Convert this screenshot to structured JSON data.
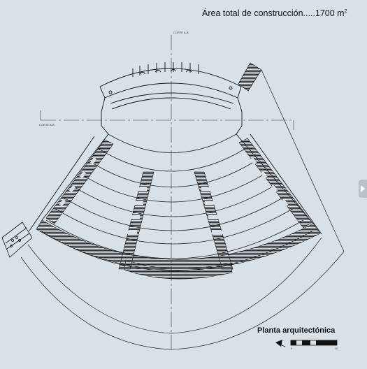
{
  "header": {
    "area_text": "Área total de construcción.....1700 m",
    "area_exponent": "2"
  },
  "plan": {
    "title": "Planta arquitectónica",
    "cut_a": "CORTE A-A'",
    "cut_b": "CORTE B-B'",
    "scale_start": "0",
    "scale_end": "10"
  },
  "colors": {
    "background": "#d8e1e8",
    "line": "#1a1a1a",
    "hatch": "#333333",
    "tab": "#b7c2cb"
  },
  "icons": {
    "north_arrow": "north-arrow-icon",
    "side_tab": "chevron-right-icon"
  }
}
